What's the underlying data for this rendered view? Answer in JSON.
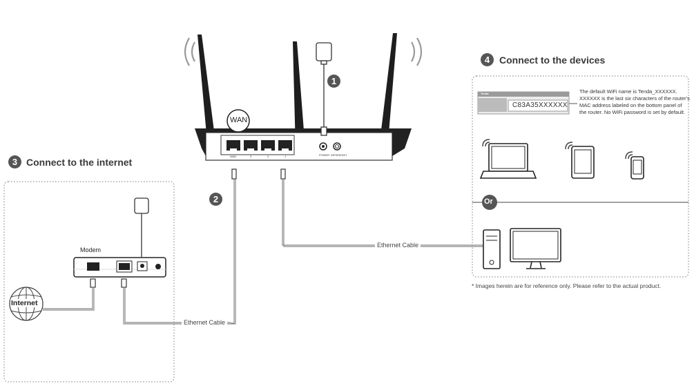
{
  "steps": {
    "step1": {
      "number": "1"
    },
    "step2": {
      "number": "2"
    },
    "step3": {
      "number": "3",
      "title": "Connect to the internet"
    },
    "step4": {
      "number": "4",
      "title": "Connect to the devices"
    }
  },
  "router": {
    "wan_callout": "WAN",
    "port_labels": [
      "WAN",
      "3",
      "2",
      "1"
    ],
    "power_label": "POWER",
    "wps_label": "WPS/RESET"
  },
  "modem": {
    "label": "Modem"
  },
  "internet": {
    "label": "Internet"
  },
  "cables": {
    "modem_cable": "Ethernet Cable",
    "pc_cable": "Ethernet Cable"
  },
  "sticker": {
    "brand": "Tenda",
    "ssid": "C83A35XXXXXX"
  },
  "wifi_info": "The default WiFi name is Tenda_XXXXXX. XXXXXX is the last six characters of the router's MAC address labeled on the bottom panel of the router. No WiFi password is set by default.",
  "divider": {
    "label": "Or"
  },
  "footnote": "* Images herein are for reference only. Please refer to the actual product.",
  "icons": [
    "wifi-wave-icon",
    "power-adapter-icon",
    "globe-icon",
    "laptop-icon",
    "tablet-icon",
    "phone-icon",
    "desktop-tower-icon",
    "monitor-icon"
  ]
}
